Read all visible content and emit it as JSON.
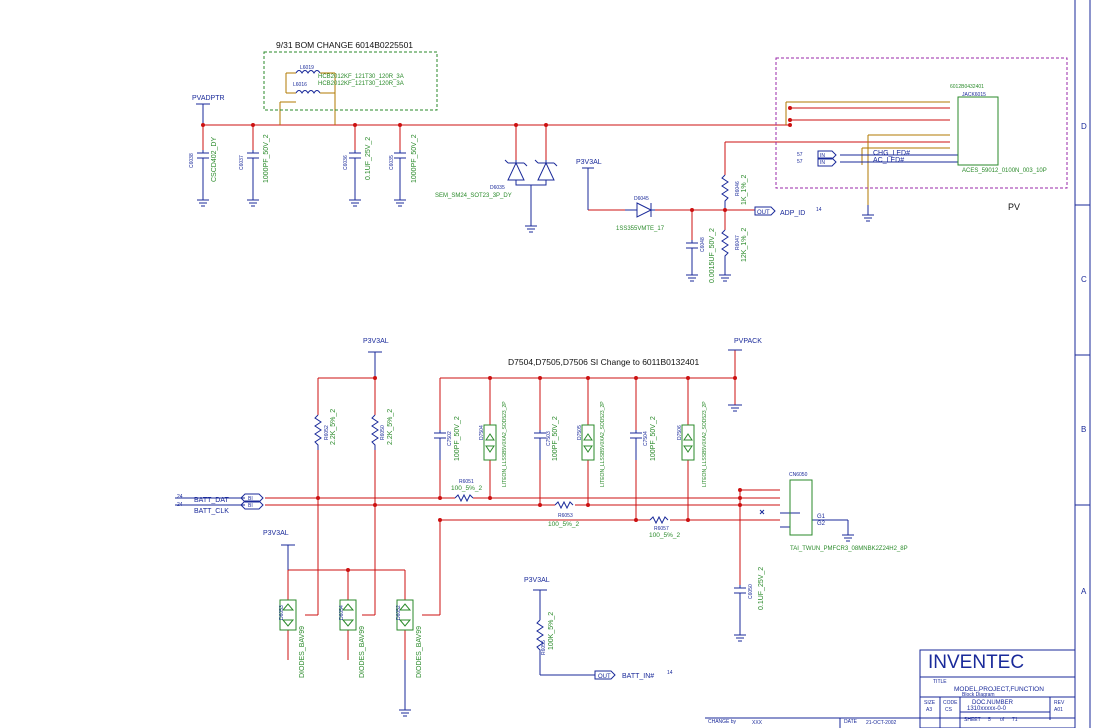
{
  "title_block": {
    "company": "INVENTEC",
    "title_label": "TITLE",
    "title_value": "MODEL,PROJECT,FUNCTION",
    "subtitle": "Block  Diagram",
    "size_label": "SIZE",
    "size_value": "A3",
    "code_label": "CODE",
    "code_value": "CS",
    "docnum_label": "DOC.NUMBER",
    "docnum_value": "1310xxxxx-0-0",
    "rev_label": "REV",
    "rev_value": "A01",
    "changeby_label": "CHANGE by",
    "changeby_value": "XXX",
    "date_label": "DATE",
    "date_value": "21-OCT-2002",
    "sheet_label": "SHEET",
    "sheet_value": "5",
    "of_label": "of",
    "of_value": "71"
  },
  "border": {
    "rows": [
      "D",
      "C",
      "B",
      "A"
    ]
  },
  "top": {
    "bom_note": "9/31 BOM CHANGE 6014B0225501",
    "l6019_ref": "L6019",
    "l6016_ref": "L6016",
    "l6019_val": "HCB2012KF_121T30_120R_3A",
    "l6016_val": "HCB2012KF_121T30_120R_3A",
    "pvadptr": "PVADPTR",
    "c6038_ref": "C6038",
    "c6038_val": "CSCD402_DY",
    "c6037_ref": "C6037",
    "c6037_val": "1000PF_50V_2",
    "c6036_ref": "C6036",
    "c6036_val": "0.1UF_25V_2",
    "c6035_ref": "C6035",
    "c6035_val": "1000PF_50V_2",
    "d6035_ref": "D6035",
    "d6035_val": "SEM_SM24_SOT23_3P_DY",
    "p3v3al": "P3V3AL",
    "d6045_ref": "D6045",
    "d6045_val": "1SS355VMTE_17",
    "r6046_ref": "R6046",
    "r6046_val": "1K_1%_2",
    "r6047_ref": "R6047",
    "r6047_val": "12K_1%_2",
    "c6048_ref": "C6048",
    "c6048_val": "0.0015UF_50V_2",
    "adp_id": "ADP_ID",
    "adp_id_page": "14",
    "out_tag": "OUT",
    "jack_pn": "6012B0432401",
    "jack_ref": "JACK6015",
    "jack_val": "ACES_59012_0100N_003_10P",
    "chg_led": "CHG_LED#",
    "ac_led": "AC_LED#",
    "page57a": "57",
    "page57b": "57",
    "in_tag": "IN",
    "pv_label": "PV"
  },
  "bottom": {
    "p3v3al_a": "P3V3AL",
    "p3v3al_b": "P3V3AL",
    "p3v3al_c": "P3V3AL",
    "pvpack": "PVPACK",
    "si_note": "D7504,D7505,D7506 SI Change to 6011B0132401",
    "r6052_ref": "R6052",
    "r6052_val": "2.2K_5%_2",
    "r6050_ref": "R6050",
    "r6050_val": "2.2K_5%_2",
    "c7502_ref": "C7502",
    "c7502_val": "100PF_50V_2",
    "c7503_ref": "C7503",
    "c7503_val": "100PF_50V_2",
    "c7504_ref": "C7504",
    "c7504_val": "100PF_50V_2",
    "d7504_ref": "D7504",
    "d7505_ref": "D7505",
    "d7506_ref": "D7506",
    "tvs_val": "LITEON_LLSSB5V0XA2_SOD523_2P",
    "r6051_ref": "R6051",
    "r6051_val": "100_5%_2",
    "r6053_ref": "R6053",
    "r6053_val": "100_5%_2",
    "r6057_ref": "R6057",
    "r6057_val": "100_5%_2",
    "batt_dat": "BATT_DAT",
    "batt_clk": "BATT_CLK",
    "bi_tag": "BI",
    "page24a": "24",
    "page24b": "24",
    "cn_ref": "CN6050",
    "cn_val": "TAI_TWUN_PMFCR3_08MNBK2Z24H2_8P",
    "g1": "G1",
    "g2": "G2",
    "c6050_ref": "C6050",
    "c6050_val": "0.1UF_25V_2",
    "d6053_ref": "D6053",
    "d6054_ref": "D6054",
    "d6052_ref": "D6052",
    "diode_val": "DIODES_BAV99",
    "r6055_ref": "R6055",
    "r6055_val": "100K_5%_2",
    "batt_in": "BATT_IN#",
    "batt_in_page": "14",
    "out_tag": "OUT"
  }
}
